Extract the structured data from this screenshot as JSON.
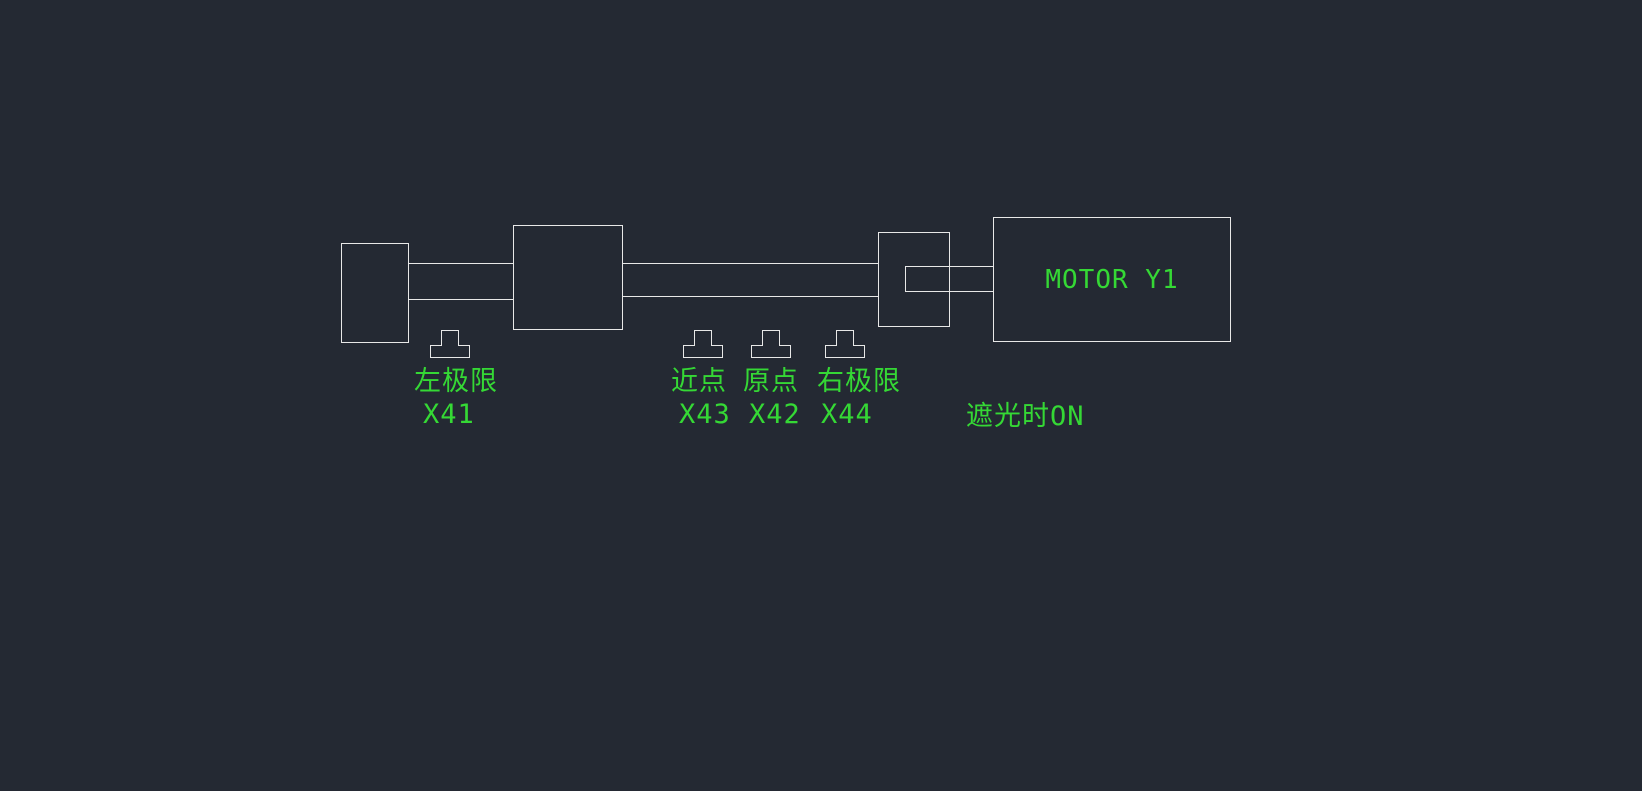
{
  "colors": {
    "background": "#242933",
    "line": "#e8e8e8",
    "text": "#35d835"
  },
  "motor": {
    "label": "MOTOR Y1"
  },
  "sensors": [
    {
      "label": "左极限",
      "code": "X41"
    },
    {
      "label": "近点",
      "code": "X43"
    },
    {
      "label": "原点",
      "code": "X42"
    },
    {
      "label": "右极限",
      "code": "X44"
    }
  ],
  "annotation": {
    "shade_note": "遮光时ON"
  }
}
